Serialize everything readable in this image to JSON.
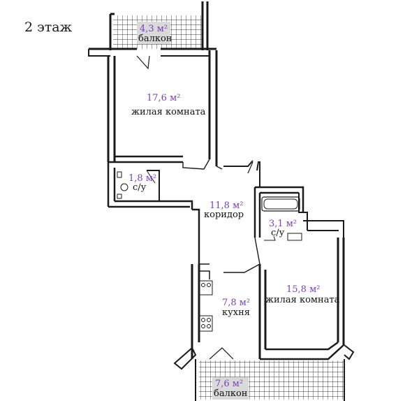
{
  "floor_label": "2 этаж",
  "colors": {
    "wall": "#1a1a1a",
    "area_text": "#7b3fb8",
    "label_text": "#111111",
    "balcony_grid": "#333333",
    "label_bg": "#d9d9d9"
  },
  "rooms": [
    {
      "key": "balcony_top",
      "area": "4,3 м²",
      "name": "балкон"
    },
    {
      "key": "living_top",
      "area": "17,6 м²",
      "name": "жилая комната"
    },
    {
      "key": "bath_left",
      "area": "1,8 м²",
      "name": "с/у"
    },
    {
      "key": "corridor",
      "area": "11,8 м²",
      "name": "коридор"
    },
    {
      "key": "bath_right",
      "area": "3,1 м²",
      "name": "с/у"
    },
    {
      "key": "kitchen",
      "area": "7,8 м²",
      "name": "кухня"
    },
    {
      "key": "living_bottom",
      "area": "15,8 м²",
      "name": "жилая комната"
    },
    {
      "key": "balcony_bottom",
      "area": "7,6 м²",
      "name": "балкон"
    }
  ]
}
